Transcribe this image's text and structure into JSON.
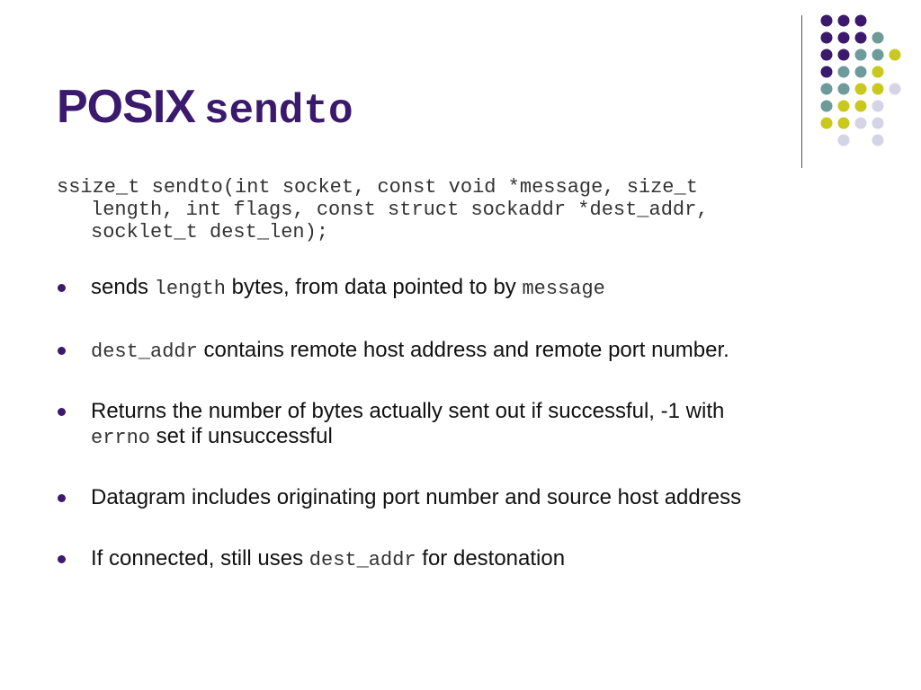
{
  "title": {
    "text": "POSIX",
    "code": "sendto"
  },
  "signature": {
    "line1": "ssize_t sendto(int socket, const void *message, size_t",
    "line2": "length, int flags, const struct sockaddr *dest_addr,",
    "line3": "socklet_t dest_len);"
  },
  "bullets": {
    "b1": {
      "prefix": "sends ",
      "code1": "length",
      "middle": " bytes, from data pointed to by ",
      "code2": "message"
    },
    "b2": {
      "code": "dest_addr",
      "text": " contains remote host address and remote port number."
    },
    "b3": {
      "line1": "Returns the number of bytes actually sent out if successful, -1 with",
      "code": "errno",
      "line2": " set if unsuccessful"
    },
    "b4": {
      "text": "Datagram includes originating port number and source host address"
    },
    "b5": {
      "prefix": "If connected, still uses ",
      "code": "dest_addr",
      "suffix": " for destonation"
    }
  },
  "colors": {
    "purple": "#3b1a6e",
    "teal": "#6e9a9a",
    "yellow": "#c8c81e",
    "lavender": "#d4d4e6"
  },
  "decoration": {
    "dot_grid": [
      [
        "purple",
        "purple",
        "purple",
        "",
        ""
      ],
      [
        "purple",
        "purple",
        "purple",
        "teal",
        ""
      ],
      [
        "purple",
        "purple",
        "teal",
        "teal",
        "yellow"
      ],
      [
        "purple",
        "teal",
        "teal",
        "yellow",
        ""
      ],
      [
        "teal",
        "teal",
        "yellow",
        "yellow",
        "lavender"
      ],
      [
        "teal",
        "yellow",
        "yellow",
        "lavender",
        ""
      ],
      [
        "yellow",
        "yellow",
        "lavender",
        "lavender",
        ""
      ],
      [
        "",
        "lavender",
        "",
        "lavender",
        ""
      ]
    ]
  }
}
